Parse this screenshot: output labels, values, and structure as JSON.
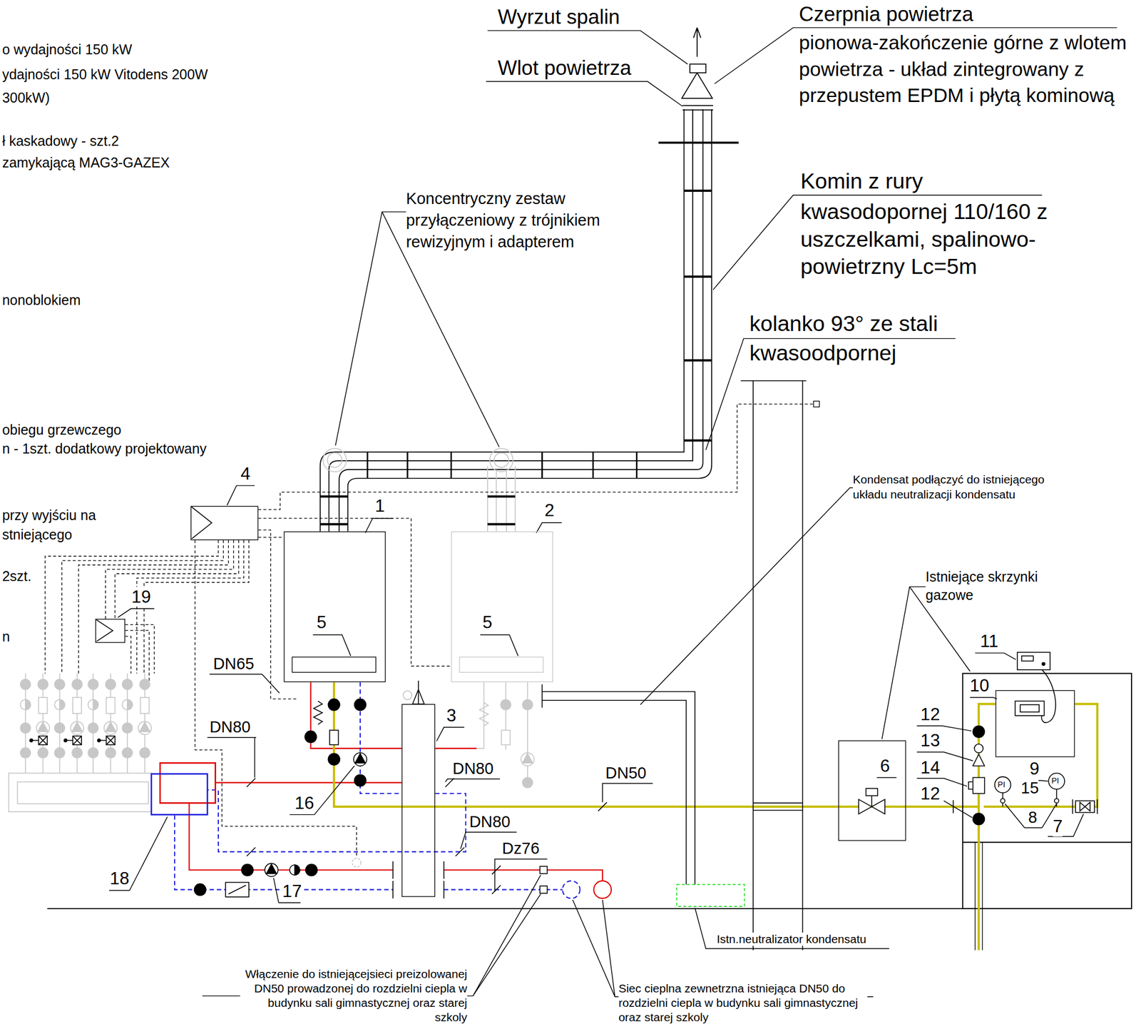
{
  "diagram": {
    "nodes": [
      {
        "text": [
          "1"
        ]
      },
      {
        "text": [
          "5"
        ],
        "in": 0
      },
      {
        "text": [
          "2"
        ]
      },
      {
        "text": [
          "5"
        ],
        "in": 2
      },
      {
        "text": [
          "4"
        ]
      },
      {
        "text": [
          "19"
        ]
      },
      {
        "text": [
          "3"
        ]
      },
      {
        "text": [
          "6"
        ]
      },
      {
        "text": [
          "10"
        ]
      },
      {
        "text": [
          "18"
        ]
      }
    ],
    "edges": [
      {
        "from": 4,
        "to": 0,
        "arrow": "none"
      },
      {
        "from": 4,
        "to": 2,
        "arrow": "none"
      },
      {
        "from": 0,
        "to": 6,
        "arrow": "none"
      },
      {
        "from": 6,
        "to": 9,
        "arrow": "none"
      },
      {
        "from": 0,
        "to": 7,
        "label": "DN50",
        "arrow": "none"
      },
      {
        "from": 7,
        "to": 8,
        "arrow": "none"
      }
    ],
    "labels": [
      "o wydajności 150 kW",
      "ydajności 150 kW Vitodens 200W",
      "300kW)",
      "ł kaskadowy - szt.2",
      "zamykającą MAG3-GAZEX",
      "nonoblokiem",
      "obiegu grzewczego",
      "n - 1szt. dodatkowy projektowany",
      "przy wyjściu na",
      "stniejącego",
      "2szt.",
      "n",
      "Wyrzut spalin",
      "Wlot powietrza",
      "Czerpnia powietrza",
      "pionowa-zakończenie górne z wlotem powietrza - układ zintegrowany z przepustem EPDM i płytą kominową",
      "Koncentryczny zestaw przyłączeniowy z trójnikiem rewizyjnym i adapterem",
      "Komin z rury",
      "kwasodopornej 110/160 z uszczelkami, spalinowo-powietrzny Lc=5m",
      "kolanko 93° ze stali",
      "kwasoodpornej",
      "Kondensat podłączyć do istniejącego układu neutralizacji kondensatu",
      "Istniejące skrzynki gazowe",
      "DN65",
      "DN80",
      "DN80",
      "DN80",
      "Dz76",
      "16",
      "17",
      "11",
      "12",
      "13",
      "14",
      "9",
      "15",
      "8",
      "12",
      "7",
      "PI",
      "PI",
      "Istn.neutralizator kondensatu",
      "Włączenie do istniejącejsieci preizolowanej DN50 prowadzonej do rozdzielni ciepla w budynku sali gimnastycznej oraz starej szkoly",
      "Siec cieplna zewnetrzna istniejąca DN50 do rozdzielni ciepla w budynku sali gimnastycznej oraz starej szkoly"
    ]
  }
}
